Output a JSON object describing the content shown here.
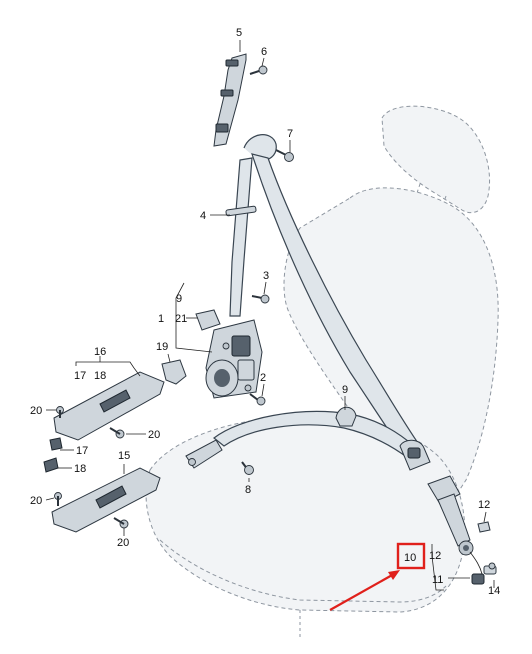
{
  "callouts": {
    "c1": "1",
    "c2": "2",
    "c3": "3",
    "c4": "4",
    "c5": "5",
    "c6": "6",
    "c7": "7",
    "c8": "8",
    "c9a": "9",
    "c9b": "9",
    "c10": "10",
    "c11": "11",
    "c12a": "12",
    "c12b": "12",
    "c14": "14",
    "c15": "15",
    "c16": "16",
    "c17a": "17",
    "c17b": "17",
    "c18a": "18",
    "c18b": "18",
    "c19": "19",
    "c20a": "20",
    "c20b": "20",
    "c20c": "20",
    "c20d": "20",
    "c21": "21"
  },
  "highlight": {
    "label": "10",
    "box_color": "#e0201b",
    "arrow_color": "#e0201b"
  }
}
